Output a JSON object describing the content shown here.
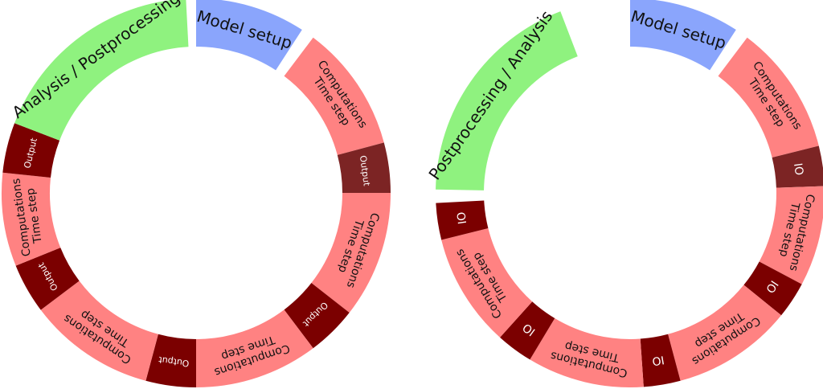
{
  "colors": {
    "model": "#8aa5fc",
    "analysis": "#8ff27f",
    "compute": "#ff8282",
    "io": "#7b0000",
    "io_mid": "#7c2424",
    "text_dark": "#111111",
    "text_light": "#ffffff"
  },
  "diagrams": [
    {
      "name": "left-cycle",
      "segments": [
        {
          "kind": "model",
          "lines": [
            "Model setup"
          ]
        },
        {
          "kind": "compute",
          "lines": [
            "Computations",
            "Time step"
          ]
        },
        {
          "kind": "io_mid",
          "lines": [
            "Output"
          ]
        },
        {
          "kind": "compute",
          "lines": [
            "Computations",
            "Time step"
          ]
        },
        {
          "kind": "io",
          "lines": [
            "Output"
          ]
        },
        {
          "kind": "compute",
          "lines": [
            "Computations",
            "Time step"
          ]
        },
        {
          "kind": "io",
          "lines": [
            "Output"
          ]
        },
        {
          "kind": "compute",
          "lines": [
            "Computations",
            "Time step"
          ]
        },
        {
          "kind": "io",
          "lines": [
            "Output"
          ]
        },
        {
          "kind": "compute",
          "lines": [
            "Computations",
            "Time step"
          ]
        },
        {
          "kind": "io",
          "lines": [
            "Output"
          ]
        },
        {
          "kind": "analysis",
          "lines": [
            "Analysis / Postprocessing"
          ]
        }
      ]
    },
    {
      "name": "right-cycle",
      "segments": [
        {
          "kind": "model",
          "lines": [
            "Model setup"
          ]
        },
        {
          "kind": "compute",
          "lines": [
            "Computations",
            "Time step"
          ]
        },
        {
          "kind": "io_mid",
          "lines": [
            "IO"
          ]
        },
        {
          "kind": "compute",
          "lines": [
            "Computations",
            "Time step"
          ]
        },
        {
          "kind": "io",
          "lines": [
            "IO"
          ]
        },
        {
          "kind": "compute",
          "lines": [
            "Computations",
            "Time step"
          ]
        },
        {
          "kind": "io",
          "lines": [
            "IO"
          ]
        },
        {
          "kind": "compute",
          "lines": [
            "Computations",
            "Time step"
          ]
        },
        {
          "kind": "io",
          "lines": [
            "IO"
          ]
        },
        {
          "kind": "compute",
          "lines": [
            "Computations",
            "Time step"
          ]
        },
        {
          "kind": "io",
          "lines": [
            "IO"
          ]
        },
        {
          "kind": "analysis",
          "lines": [
            "Postprocessing / Analysis"
          ]
        }
      ]
    }
  ]
}
